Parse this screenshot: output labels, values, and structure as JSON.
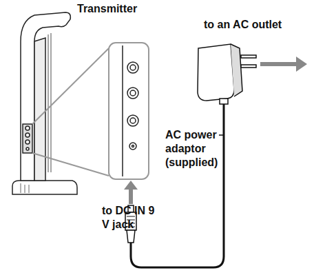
{
  "diagram": {
    "labels": [
      "Transmitter",
      "to an AC outlet",
      "AC power adaptor (supplied)",
      "to DC IN 9 V jack"
    ]
  }
}
